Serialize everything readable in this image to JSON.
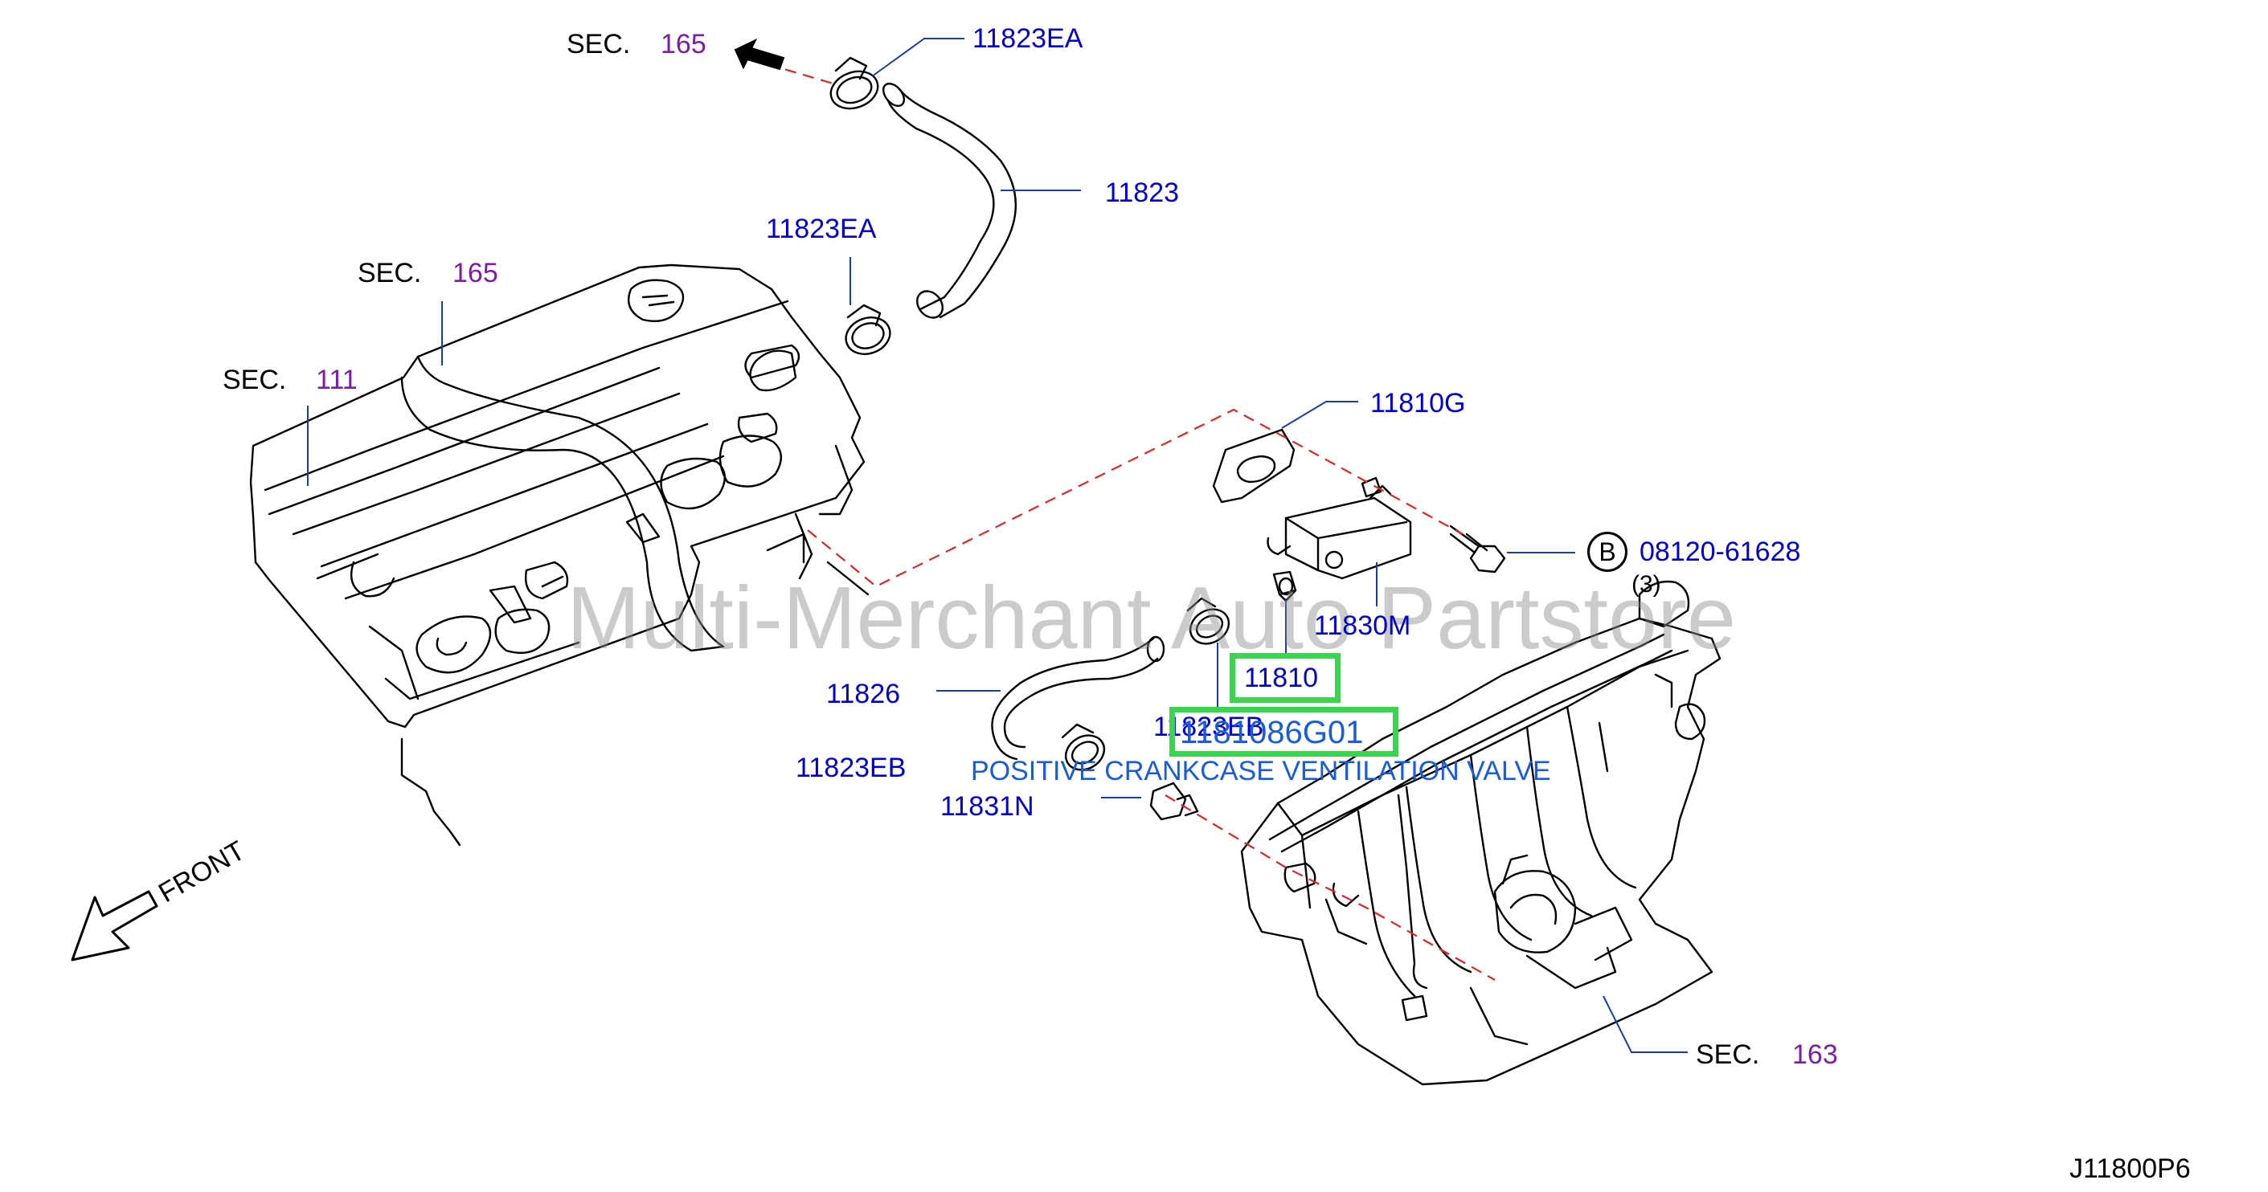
{
  "watermark": "Multi-Merchant Auto Partstore",
  "sections": {
    "sec_top": {
      "prefix": "SEC.",
      "num": "165"
    },
    "sec_mid": {
      "prefix": "SEC.",
      "num": "165"
    },
    "sec_left": {
      "prefix": "SEC.",
      "num": "111"
    },
    "sec_bottom": {
      "prefix": "SEC.",
      "num": "163"
    }
  },
  "parts": {
    "p_11823EA_top": "11823EA",
    "p_11823": "11823",
    "p_11823EA_mid": "11823EA",
    "p_11810G": "11810G",
    "p_bolt_ref": "B",
    "p_bolt": "08120-61628",
    "p_qty": "(3)",
    "p_11830M": "11830M",
    "p_11810": "11810",
    "p_11826": "11826",
    "p_11823EB_mid": "11823EB",
    "p_11823EB_left": "11823EB",
    "p_11831N": "11831N"
  },
  "highlight": {
    "part_number": "1181086G01",
    "description": "POSITIVE CRANKCASE VENTILATION VALVE"
  },
  "front_label": "FRONT",
  "diagram_code": "J11800P6",
  "colors": {
    "part_number": "#0000c8",
    "section_number": "#7b1fa2",
    "highlight_box": "#3fd24f",
    "dashed_line": "#d42a2a"
  }
}
